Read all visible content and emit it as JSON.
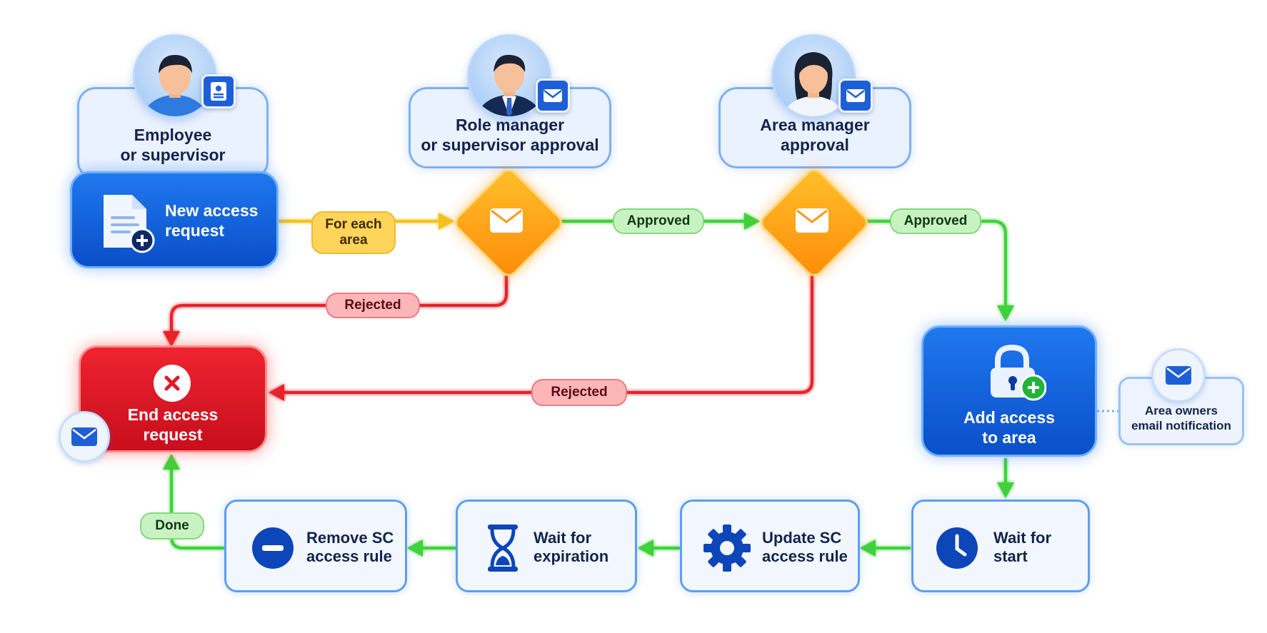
{
  "nodes": {
    "employee": {
      "label_line1": "Employee",
      "label_line2": "or supervisor"
    },
    "role_manager": {
      "label_line1": "Role manager",
      "label_line2": "or supervisor approval"
    },
    "area_manager": {
      "label_line1": "Area manager",
      "label_line2": "approval"
    },
    "new_request": {
      "label_line1": "New access",
      "label_line2": "request"
    },
    "end_request": {
      "label_line1": "End access",
      "label_line2": "request"
    },
    "add_access": {
      "label_line1": "Add access",
      "label_line2": "to area"
    },
    "area_owners": {
      "label_line1": "Area owners",
      "label_line2": "email notification"
    },
    "wait_start": {
      "label_line1": "Wait for",
      "label_line2": "start"
    },
    "update_rule": {
      "label_line1": "Update SC",
      "label_line2": "access rule"
    },
    "wait_expiration": {
      "label_line1": "Wait for",
      "label_line2": "expiration"
    },
    "remove_rule": {
      "label_line1": "Remove SC",
      "label_line2": "access rule"
    }
  },
  "edges": {
    "for_each_area": {
      "line1": "For each",
      "line2": "area"
    },
    "approved_1": "Approved",
    "approved_2": "Approved",
    "rejected_1": "Rejected",
    "rejected_2": "Rejected",
    "done": "Done"
  },
  "colors": {
    "approved": "#3fd23a",
    "rejected": "#e8242c",
    "for_each": "#f5c21c",
    "primary_blue": "#0a4fc9"
  },
  "icons": [
    "person-icon",
    "id-badge-icon",
    "mail-icon",
    "document-add-icon",
    "lock-add-icon",
    "close-circle-icon",
    "clock-icon",
    "gear-icon",
    "hourglass-icon",
    "minus-circle-icon"
  ]
}
